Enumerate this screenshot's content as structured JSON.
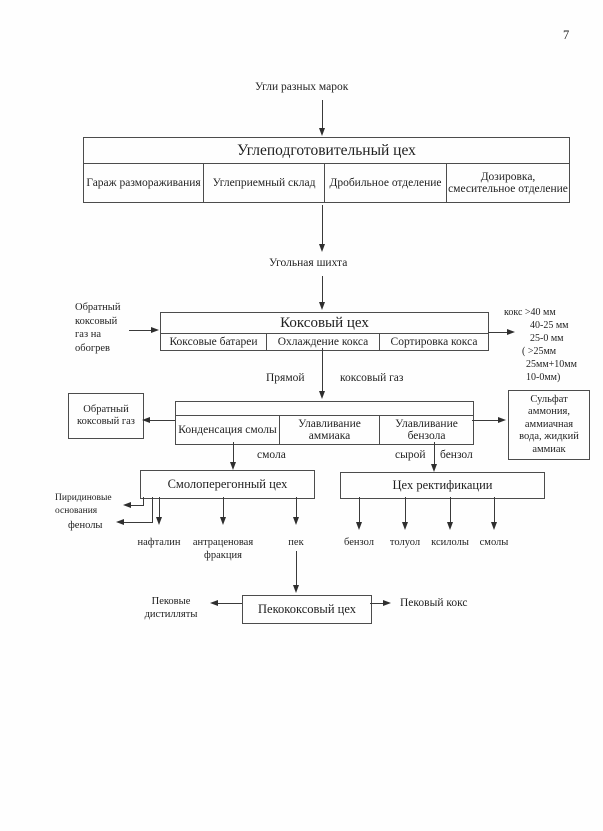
{
  "page": {
    "number": "7"
  },
  "flow": {
    "input_label": "Угли разных марок",
    "coal_prep": {
      "title": "Углеподготовительный цех",
      "cells": [
        "Гараж размораживания",
        "Углеприемный склад",
        "Дробильное отделение",
        "Дозировка, смесительное отделение"
      ]
    },
    "charge_label": "Угольная шихта",
    "reverse_gas_heating": "Обратный коксовый газ на обогрев",
    "coke_shop": {
      "title": "Коксовый цех",
      "cells": [
        "Коксовые батареи",
        "Охлаждение кокса",
        "Сортировка кокса"
      ]
    },
    "coke_sizes": [
      "кокс >40 мм",
      "40-25 мм",
      "25-0 мм",
      "( >25мм",
      "25мм+10мм",
      "10-0мм)"
    ],
    "direct_label": "Прямой",
    "direct_gas_label": "коксовый газ",
    "recovery": {
      "cells": [
        "Конденсация смолы",
        "Улавливание аммиака",
        "Улавливание бензола"
      ]
    },
    "reverse_gas_box": "Обратный коксовый газ",
    "sulfate_box": "Сульфат аммония, аммиачная вода, жидкий аммиак",
    "tar_label": "смола",
    "raw_label": "сырой",
    "raw_benzene_label": "бензол",
    "tar_shop": "Смолоперегонный цех",
    "rectification_shop": "Цех ректификации",
    "pyridine_label": "Пиридиновые основания",
    "phenols_label": "фенолы",
    "naphthalene_label": "нафталин",
    "anthracene_label": "антраценовая фракция",
    "pitch_label": "пек",
    "rect_outputs": [
      "бензол",
      "толуол",
      "ксилолы",
      "смолы"
    ],
    "pitch_coke_shop": "Пекококсовый цех",
    "pitch_distillates": "Пековые дистилляты",
    "pitch_coke": "Пековый кокс"
  }
}
